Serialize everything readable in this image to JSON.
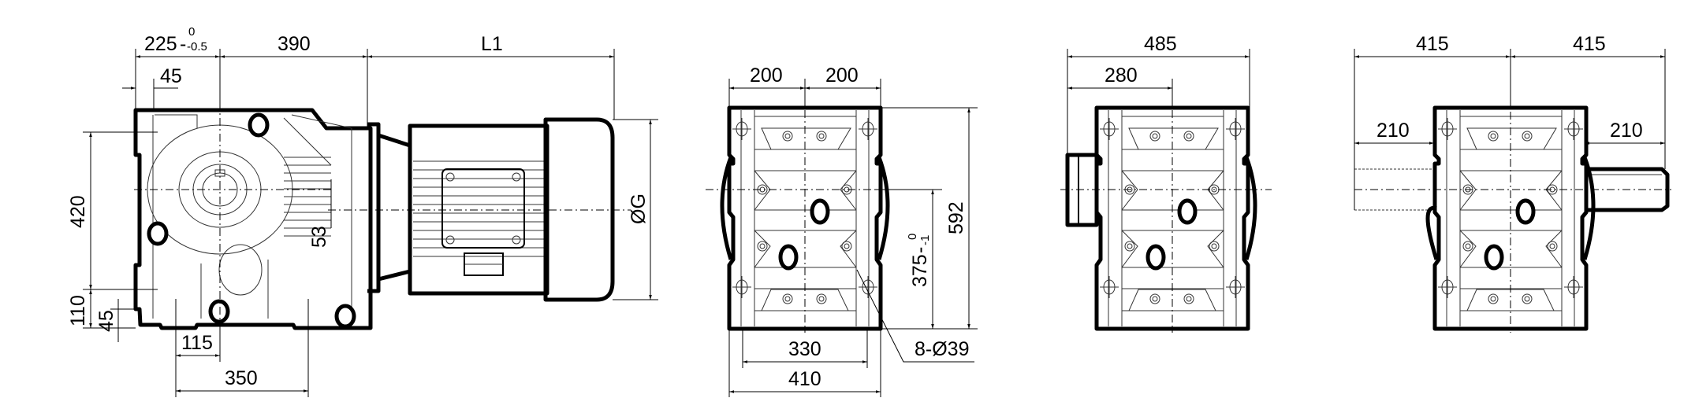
{
  "side_view": {
    "dim_225": "225",
    "dim_225_tol_upper": "0",
    "dim_225_tol_lower": "-0.5",
    "dim_390": "390",
    "dim_L1": "L1",
    "dim_45_top": "45",
    "dim_420": "420",
    "dim_110": "110",
    "dim_45_left": "45",
    "dim_53": "53",
    "dim_G": "ØG",
    "dim_115": "115",
    "dim_350": "350"
  },
  "front_view": {
    "dim_200_left": "200",
    "dim_200_right": "200",
    "dim_592": "592",
    "dim_375": "375",
    "dim_375_tol_upper": "0",
    "dim_375_tol_lower": "-1",
    "dim_330": "330",
    "dim_410": "410",
    "dim_holes": "8-Ø39"
  },
  "flange_view": {
    "dim_485": "485",
    "dim_280": "280"
  },
  "shaft_view": {
    "dim_415_left": "415",
    "dim_415_right": "415",
    "dim_210_left": "210",
    "dim_210_right": "210"
  }
}
